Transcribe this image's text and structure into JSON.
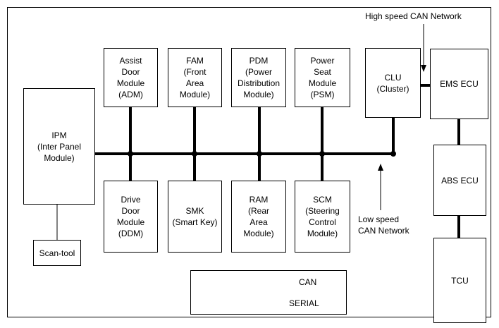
{
  "modules": {
    "ipm": "IPM\n(Inter Panel\nModule)",
    "adm": "Assist\nDoor\nModule\n(ADM)",
    "fam": "FAM\n(Front\nArea\nModule)",
    "pdm": "PDM\n(Power\nDistribution\nModule)",
    "psm": "Power\nSeat\nModule\n(PSM)",
    "clu": "CLU\n(Cluster)",
    "ddm": "Drive\nDoor\nModule\n(DDM)",
    "smk": "SMK\n(Smart Key)",
    "ram": "RAM\n(Rear\nArea\nModule)",
    "scm": "SCM\n(Steering\nControl\nModule)",
    "scan_tool": "Scan-tool",
    "ems": "EMS ECU",
    "abs": "ABS ECU",
    "tcu": "TCU"
  },
  "annotations": {
    "high_speed": "High speed CAN Network",
    "low_speed": "Low speed\nCAN Network"
  },
  "legend": {
    "can": "CAN",
    "serial": "SERIAL"
  }
}
